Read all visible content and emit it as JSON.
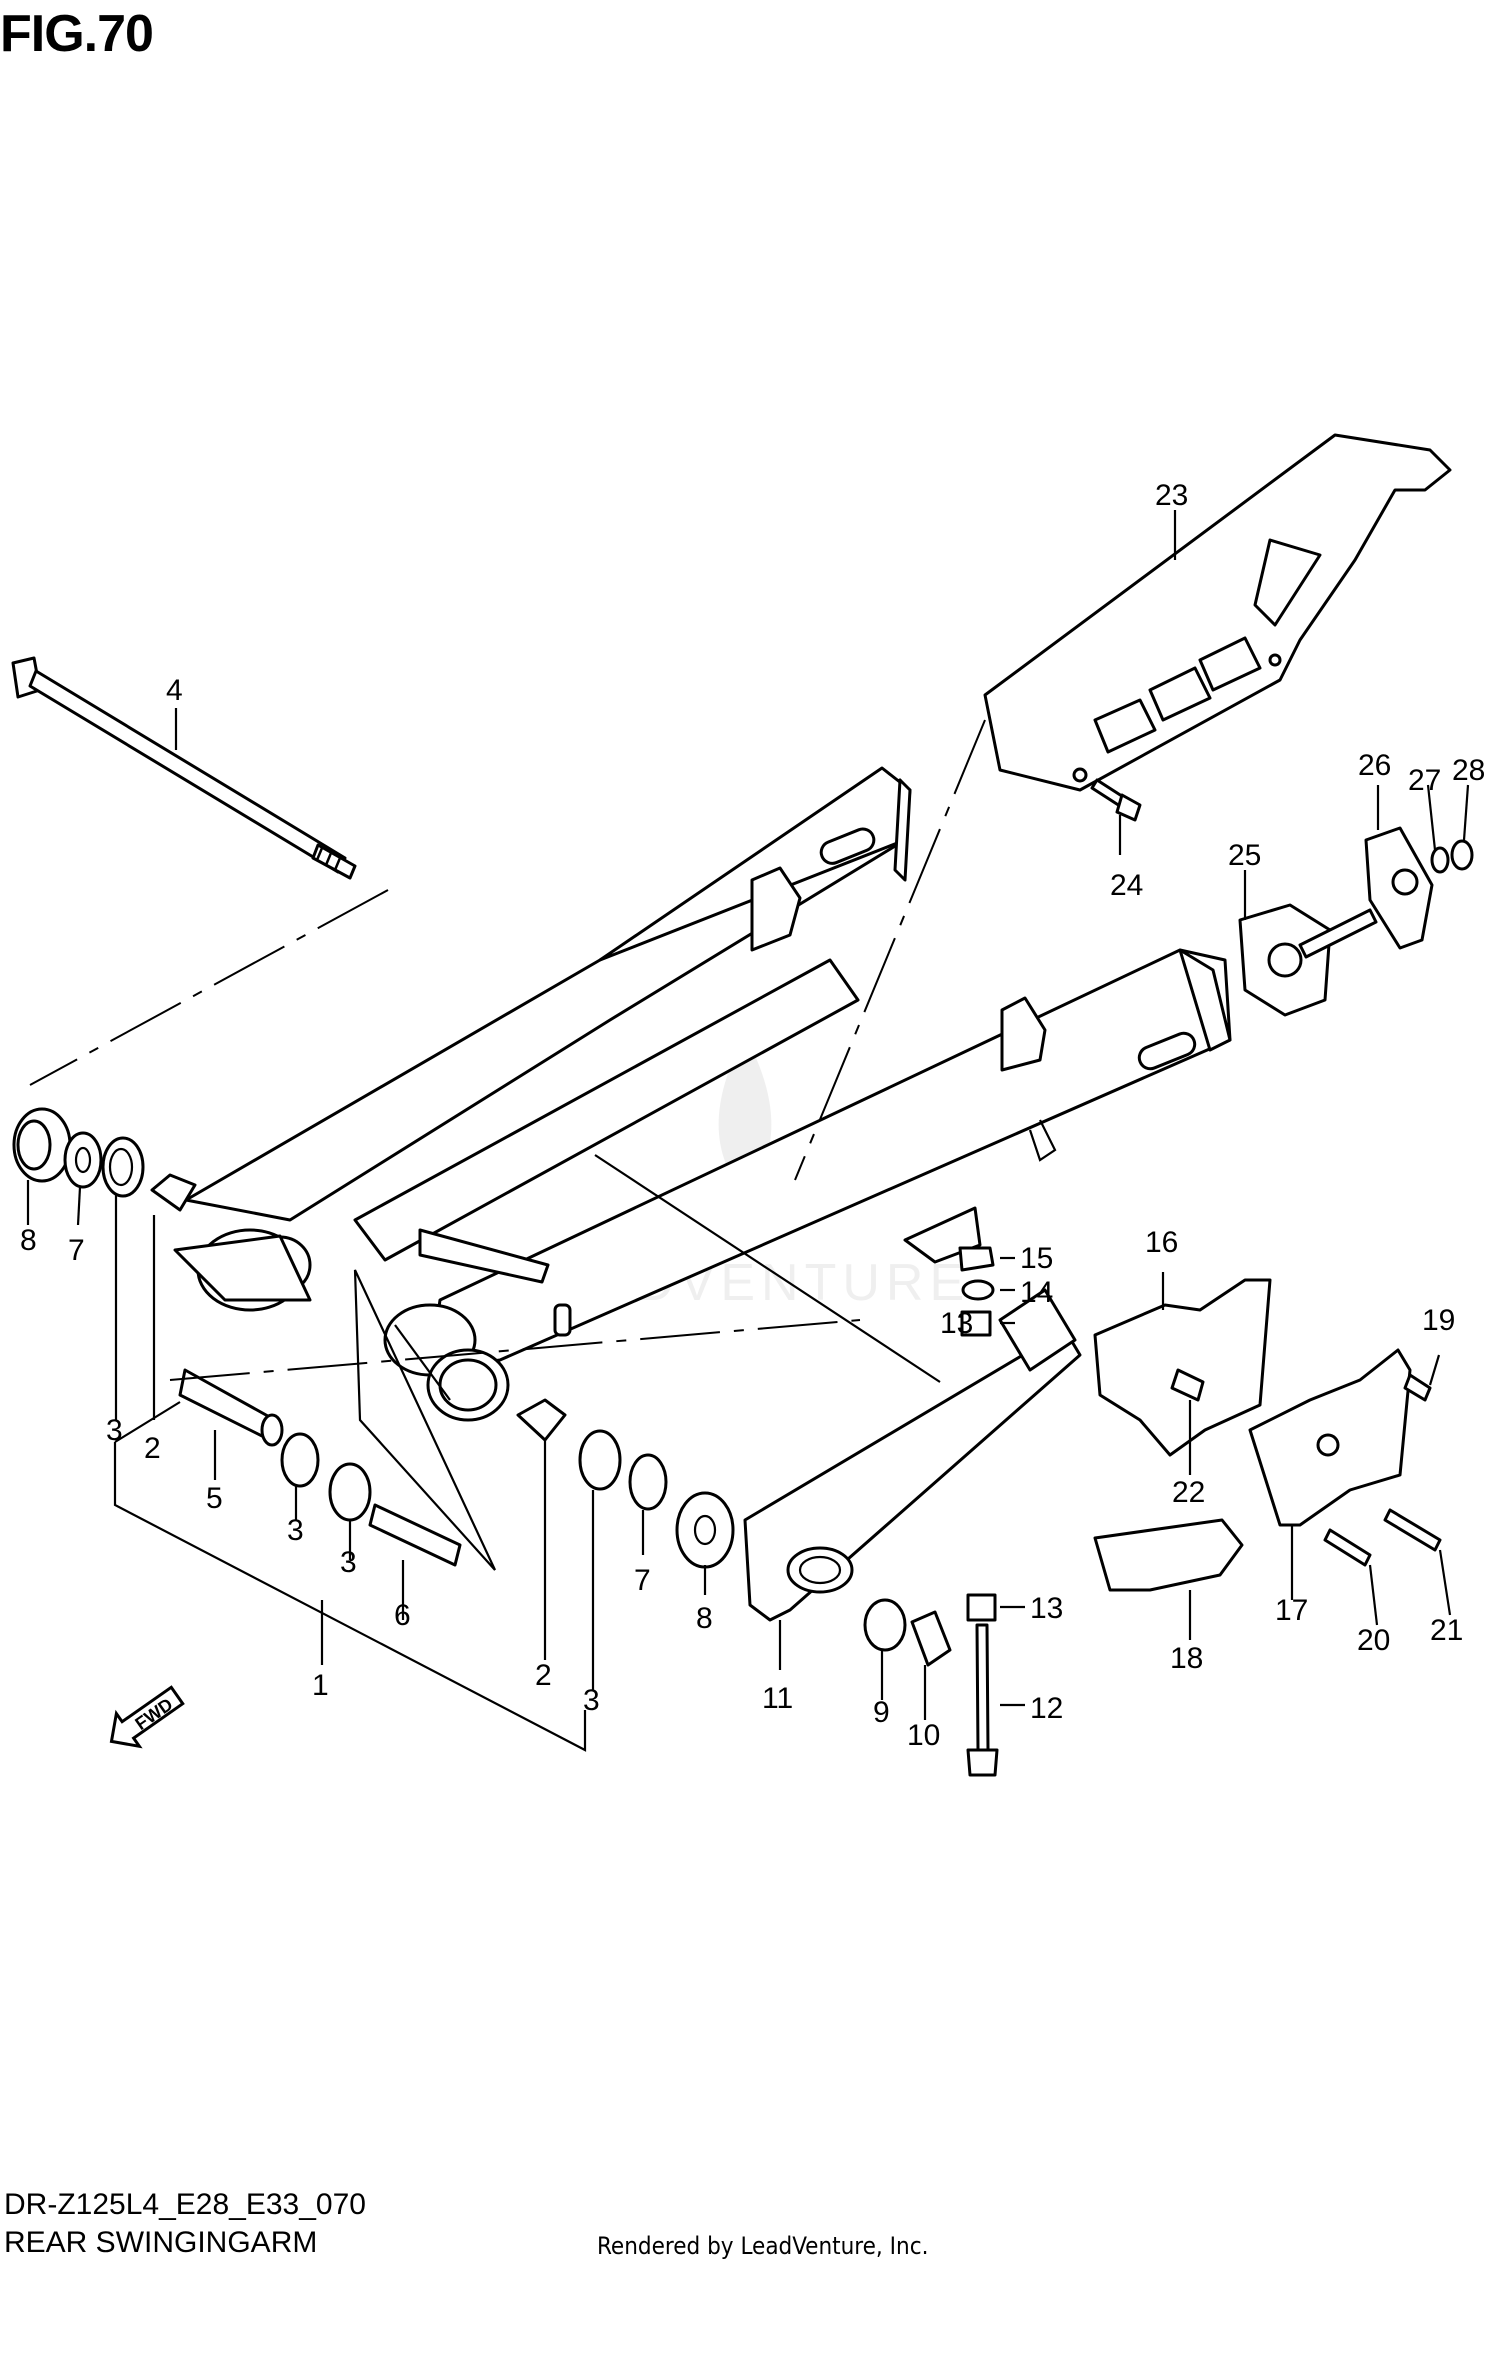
{
  "figure": {
    "title": "FIG.70",
    "diagram_code": "DR-Z125L4_E28_E33_070",
    "diagram_name": "REAR SWINGINGARM",
    "credit": "Rendered by LeadVenture, Inc.",
    "watermark": "LEADVENTURE",
    "fwd_label": "FWD"
  },
  "callouts": [
    {
      "id": "c1",
      "label": "1"
    },
    {
      "id": "c2a",
      "label": "2"
    },
    {
      "id": "c2b",
      "label": "2"
    },
    {
      "id": "c3a",
      "label": "3"
    },
    {
      "id": "c3b",
      "label": "3"
    },
    {
      "id": "c3c",
      "label": "3"
    },
    {
      "id": "c3d",
      "label": "3"
    },
    {
      "id": "c4",
      "label": "4"
    },
    {
      "id": "c5",
      "label": "5"
    },
    {
      "id": "c6",
      "label": "6"
    },
    {
      "id": "c7a",
      "label": "7"
    },
    {
      "id": "c7b",
      "label": "7"
    },
    {
      "id": "c8a",
      "label": "8"
    },
    {
      "id": "c8b",
      "label": "8"
    },
    {
      "id": "c9",
      "label": "9"
    },
    {
      "id": "c10",
      "label": "10"
    },
    {
      "id": "c11",
      "label": "11"
    },
    {
      "id": "c12",
      "label": "12"
    },
    {
      "id": "c13a",
      "label": "13"
    },
    {
      "id": "c13b",
      "label": "13"
    },
    {
      "id": "c14",
      "label": "14"
    },
    {
      "id": "c15",
      "label": "15"
    },
    {
      "id": "c16",
      "label": "16"
    },
    {
      "id": "c17",
      "label": "17"
    },
    {
      "id": "c18",
      "label": "18"
    },
    {
      "id": "c19",
      "label": "19"
    },
    {
      "id": "c20",
      "label": "20"
    },
    {
      "id": "c21",
      "label": "21"
    },
    {
      "id": "c22",
      "label": "22"
    },
    {
      "id": "c23",
      "label": "23"
    },
    {
      "id": "c24",
      "label": "24"
    },
    {
      "id": "c25",
      "label": "25"
    },
    {
      "id": "c26",
      "label": "26"
    },
    {
      "id": "c27",
      "label": "27"
    },
    {
      "id": "c28",
      "label": "28"
    }
  ]
}
